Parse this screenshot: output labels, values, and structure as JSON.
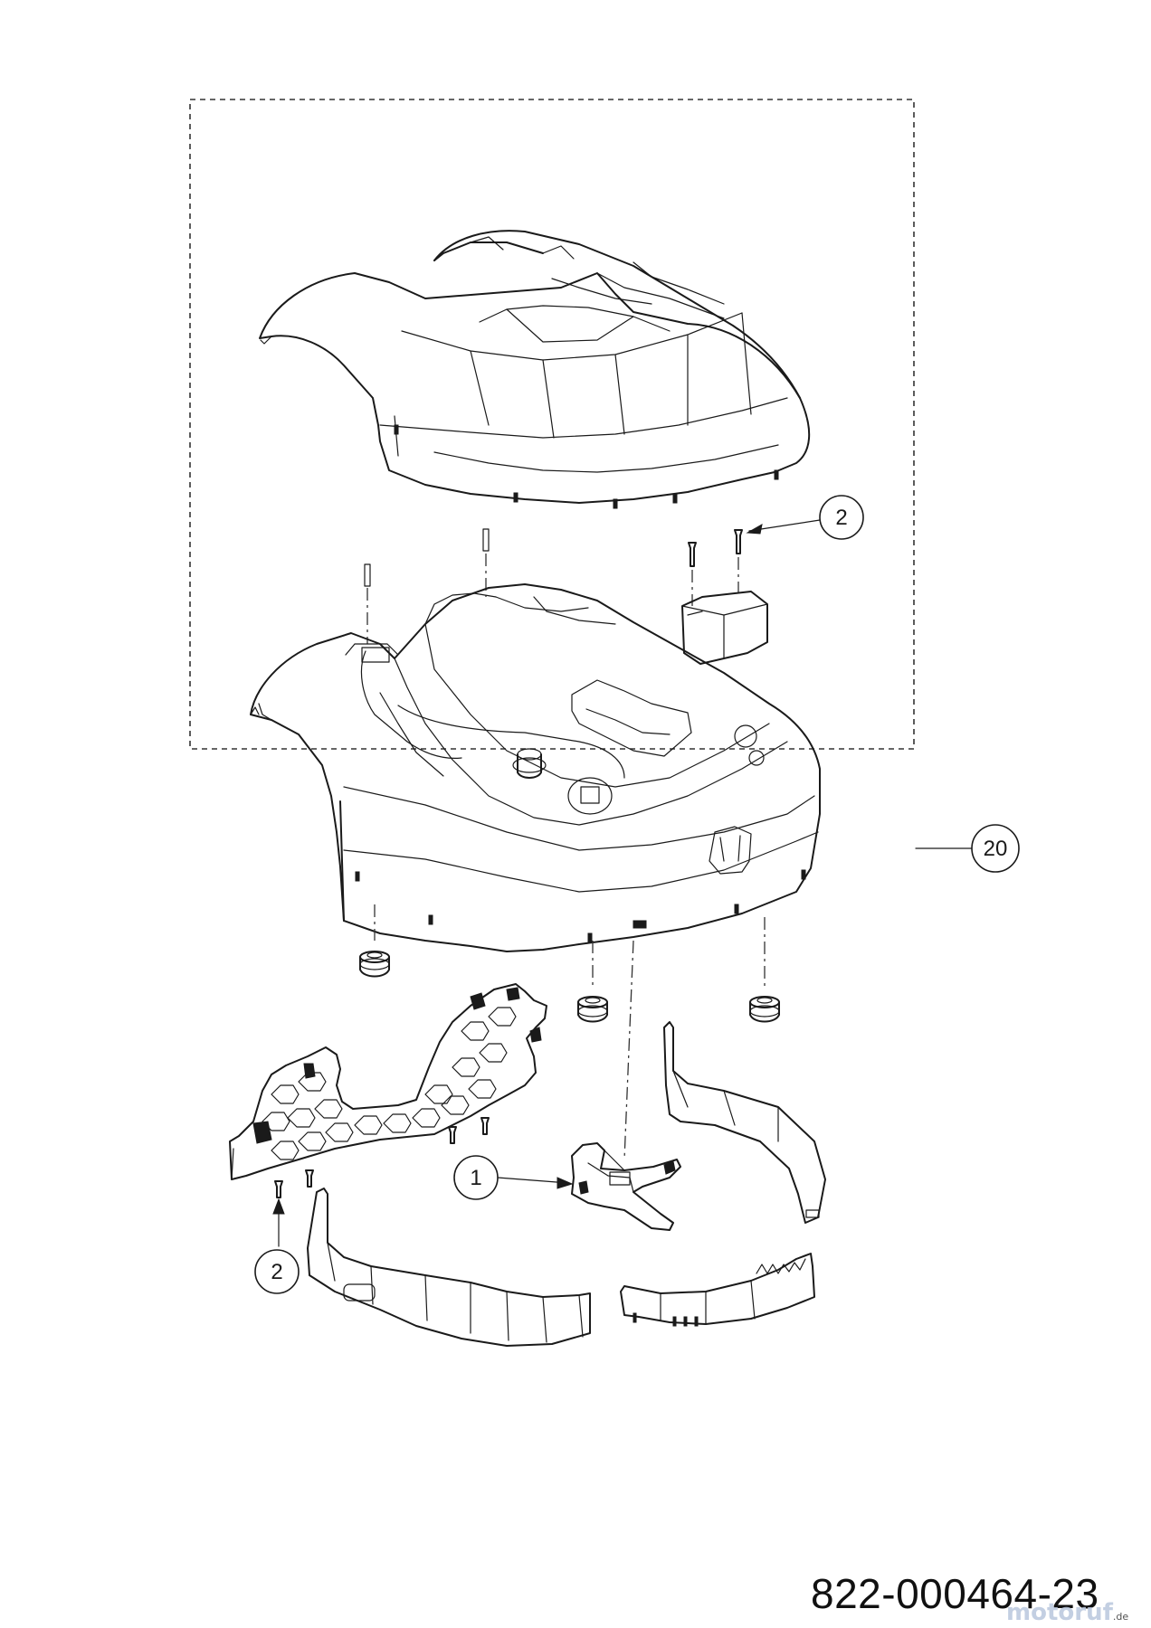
{
  "callouts": [
    {
      "id": "callout-1",
      "label": "1"
    },
    {
      "id": "callout-2-top",
      "label": "2"
    },
    {
      "id": "callout-2-bottom",
      "label": "2"
    },
    {
      "id": "callout-20",
      "label": "20"
    }
  ],
  "document_number": "822-000464-23",
  "watermark": {
    "text": "motoruf",
    "suffix": ".de"
  }
}
